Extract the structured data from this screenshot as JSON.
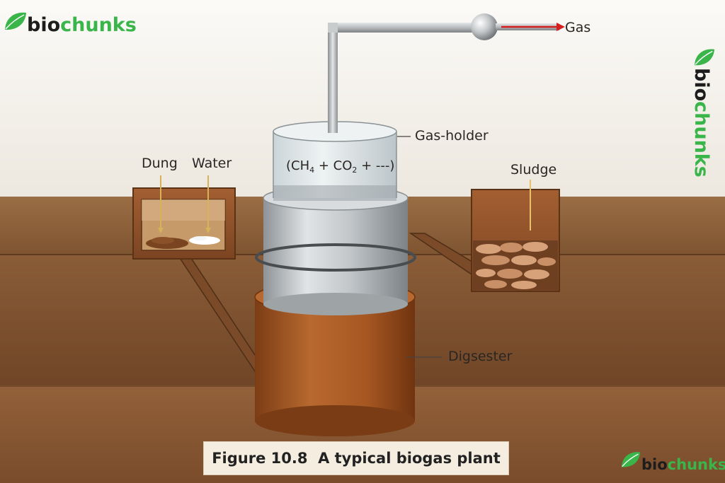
{
  "brand": {
    "name_part1": "bio",
    "name_part2": "chunks"
  },
  "labels": {
    "gas": "Gas",
    "gas_holder": "Gas-holder",
    "formula": {
      "open": "(CH",
      "sub1": "4",
      "mid": " + CO",
      "sub2": "2",
      "close": " + ---)"
    },
    "dung": "Dung",
    "water": "Water",
    "sludge": "Sludge",
    "digester": "Digsester"
  },
  "caption": {
    "figure_number": "Figure 10.8",
    "title": "A typical biogas plant"
  },
  "colors": {
    "soil": "#8a5a33",
    "digester": "#a85a25",
    "gas_holder_steel": "#c5c9cc",
    "gas_arrow": "#d42020",
    "brand_green": "#39b54a"
  }
}
